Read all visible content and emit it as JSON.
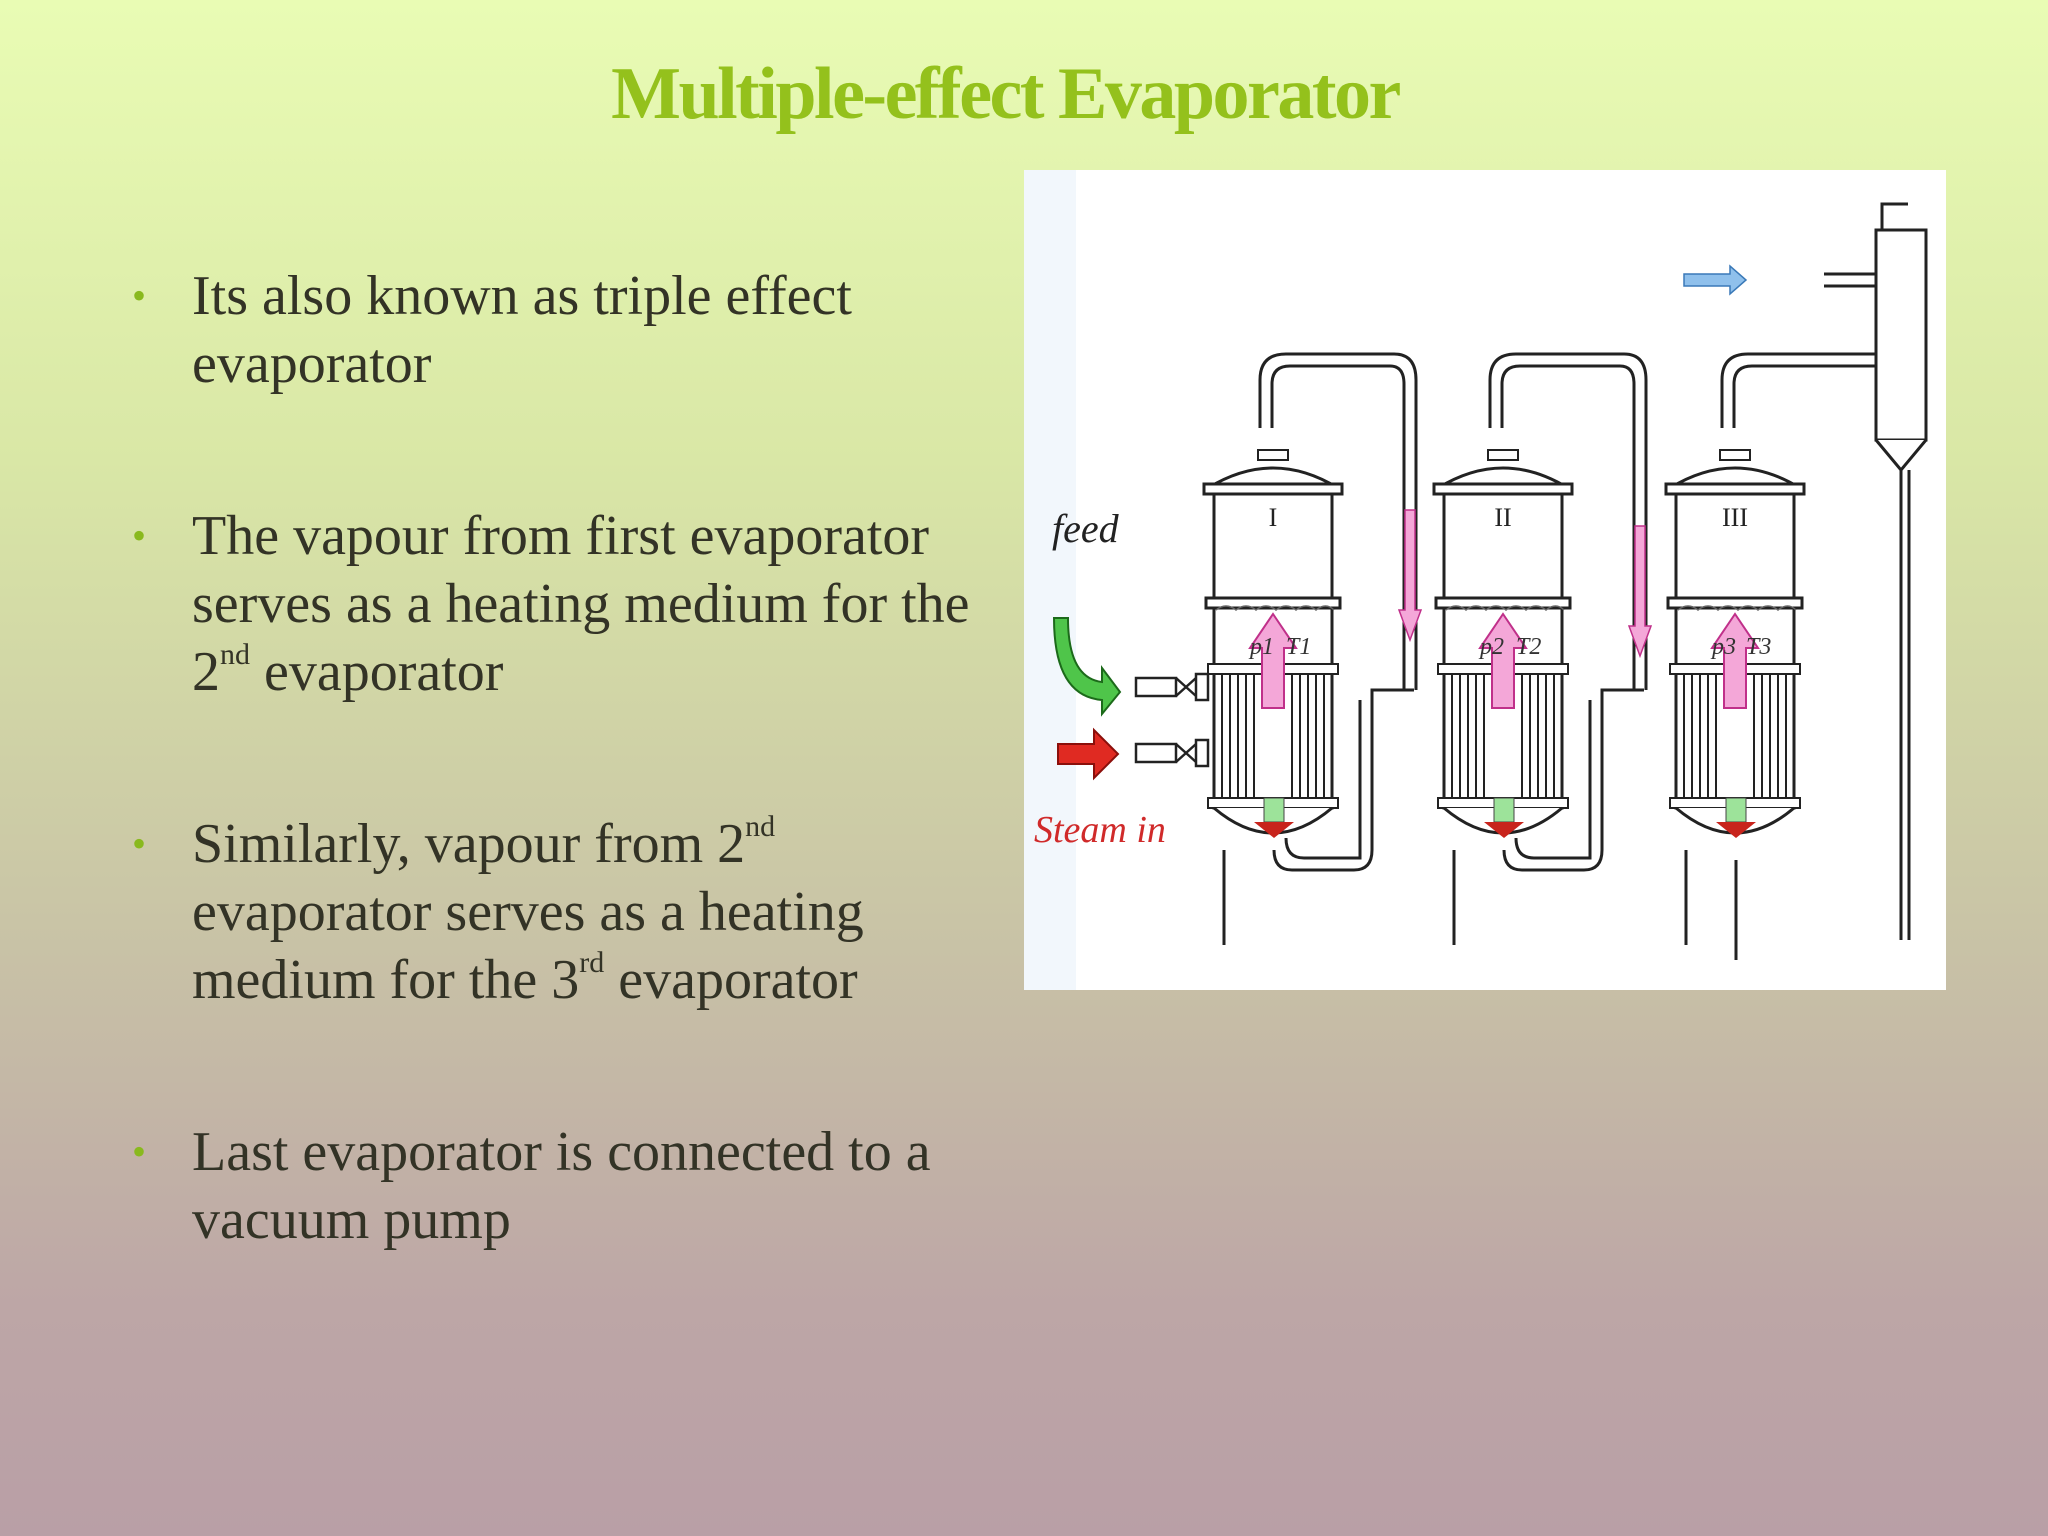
{
  "slide": {
    "title": "Multiple-effect Evaporator",
    "bullets": [
      {
        "a": "Its also known as triple effect evaporator"
      },
      {
        "a": "The vapour from first evaporator serves as a heating medium for the 2",
        "sup": "nd",
        "b": " evaporator"
      },
      {
        "a": "Similarly, vapour from 2",
        "sup": "nd",
        "b": " evaporator serves as a heating medium for the 3",
        "sup2": "rd",
        "c": " evaporator"
      },
      {
        "a": "Last evaporator is connected to a vacuum pump"
      }
    ]
  },
  "figure": {
    "feed_label": "feed",
    "steam_label": "Steam in",
    "effects": [
      "I",
      "II",
      "III"
    ],
    "p_labels": [
      "p1",
      "p2",
      "p3"
    ],
    "t_labels": [
      "T1",
      "T2",
      "T3"
    ]
  },
  "colors": {
    "title": "#94c11c",
    "bullet_dot": "#89b91e",
    "text": "#333326"
  }
}
